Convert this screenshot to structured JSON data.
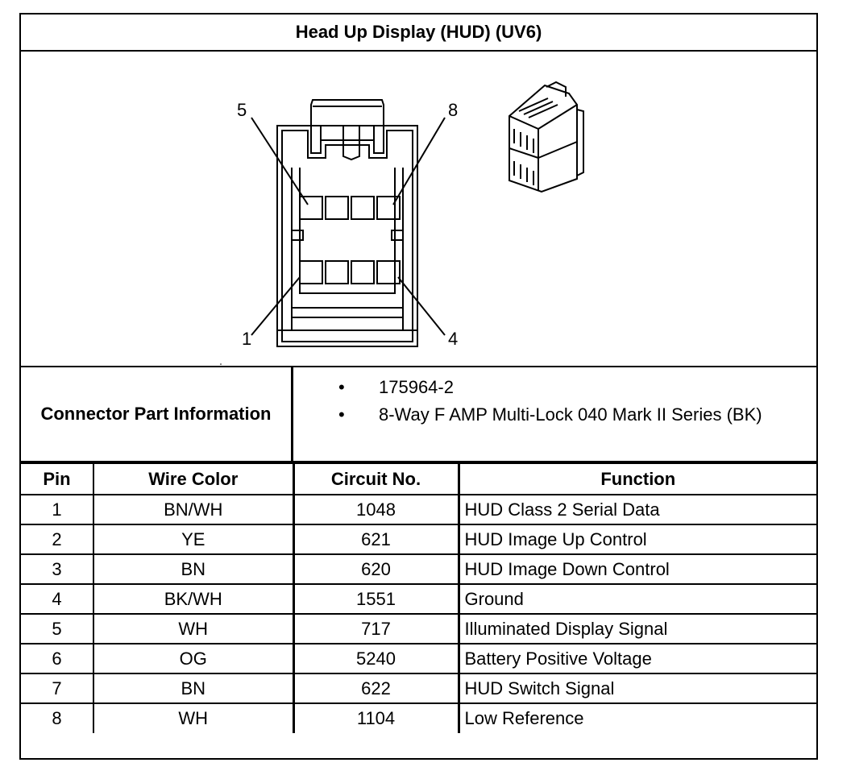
{
  "title": "Head Up Display (HUD) (UV6)",
  "diagram": {
    "pin_callouts": [
      "5",
      "8",
      "1",
      "4"
    ]
  },
  "part_info": {
    "label": "Connector Part Information",
    "items": [
      "175964-2",
      "8-Way F AMP Multi-Lock 040 Mark II Series (BK)"
    ]
  },
  "table": {
    "headers": [
      "Pin",
      "Wire Color",
      "Circuit No.",
      "Function"
    ],
    "rows": [
      {
        "pin": "1",
        "color": "BN/WH",
        "circuit": "1048",
        "function": "HUD Class 2 Serial Data"
      },
      {
        "pin": "2",
        "color": "YE",
        "circuit": "621",
        "function": "HUD Image Up Control"
      },
      {
        "pin": "3",
        "color": "BN",
        "circuit": "620",
        "function": "HUD Image Down Control"
      },
      {
        "pin": "4",
        "color": "BK/WH",
        "circuit": "1551",
        "function": "Ground"
      },
      {
        "pin": "5",
        "color": "WH",
        "circuit": "717",
        "function": "Illuminated Display Signal"
      },
      {
        "pin": "6",
        "color": "OG",
        "circuit": "5240",
        "function": "Battery Positive Voltage"
      },
      {
        "pin": "7",
        "color": "BN",
        "circuit": "622",
        "function": "HUD Switch Signal"
      },
      {
        "pin": "8",
        "color": "WH",
        "circuit": "1104",
        "function": "Low Reference"
      }
    ]
  }
}
